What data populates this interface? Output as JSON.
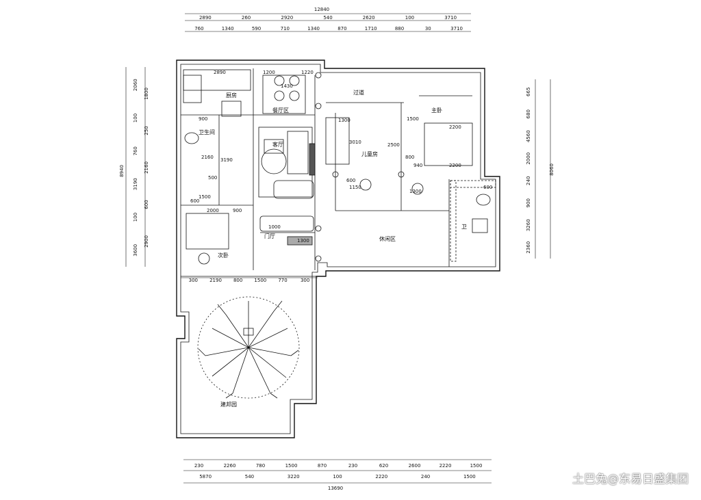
{
  "dims": {
    "top_total": "12840",
    "top_row1": [
      "2890",
      "260",
      "2920",
      "540",
      "2620",
      "100",
      "3710"
    ],
    "top_row2": [
      "760",
      "1340",
      "590",
      "710",
      "1340",
      "870",
      "1710",
      "880",
      "30",
      "3710"
    ],
    "left_col": [
      "2060",
      "100",
      "760",
      "3190",
      "100",
      "3600"
    ],
    "left_col2": [
      "1800",
      "250",
      "2160",
      "600",
      "2900"
    ],
    "left_total": "8940",
    "right_col": [
      "665",
      "680",
      "4560",
      "2000",
      "240",
      "900",
      "3260",
      "2360"
    ],
    "right_total": "8060",
    "bottom_row1": [
      "230",
      "2260",
      "780",
      "1500",
      "870",
      "230",
      "620",
      "2600",
      "2220",
      "1500"
    ],
    "bottom_row2": [
      "5870",
      "540",
      "3220",
      "100",
      "2220",
      "240",
      "1500"
    ],
    "bottom_total": "13690",
    "inner_row": [
      "300",
      "2190",
      "800",
      "1500",
      "770",
      "300"
    ],
    "inner_misc": [
      "2890",
      "1200",
      "1220",
      "1430",
      "900",
      "600",
      "1300",
      "1500",
      "2000",
      "900",
      "1000",
      "1300",
      "2200",
      "2200",
      "940",
      "1300",
      "1150",
      "600",
      "3190",
      "2160",
      "500",
      "800",
      "2500",
      "3010",
      "1500",
      "600"
    ]
  },
  "rooms": {
    "kitchen": "厨房",
    "dining": "餐厅区",
    "corridor": "过道",
    "master_bedroom": "主卧",
    "living": "客厅",
    "kids_room": "儿童房",
    "leisure": "休闲区",
    "second_bedroom": "次卧",
    "bath1": "卫生间",
    "bath2": "卫",
    "entrance": "门厅",
    "garden": "建邦园"
  },
  "watermark": "土巴兔@东易日盛集团"
}
